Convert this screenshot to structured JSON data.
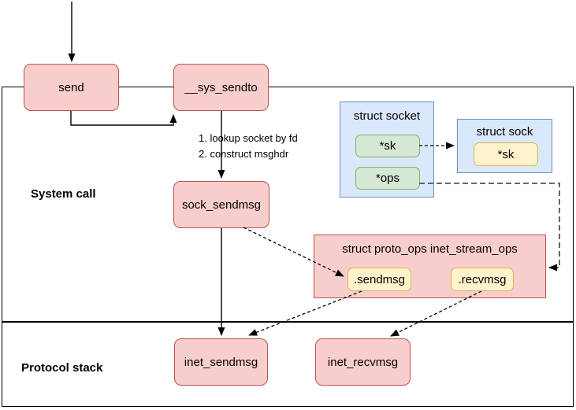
{
  "regions": {
    "system_call": {
      "label": "System call"
    },
    "protocol_stack": {
      "label": "Protocol stack"
    }
  },
  "nodes": {
    "send": {
      "label": "send"
    },
    "sys_sendto": {
      "label": "__sys_sendto"
    },
    "sock_sendmsg": {
      "label": "sock_sendmsg"
    },
    "inet_sendmsg": {
      "label": "inet_sendmsg"
    },
    "inet_recvmsg": {
      "label": "inet_recvmsg"
    }
  },
  "structs": {
    "socket": {
      "title": "struct socket",
      "fields": {
        "sk": "*sk",
        "ops": "*ops"
      }
    },
    "sock": {
      "title": "struct sock",
      "fields": {
        "sk": "*sk"
      }
    },
    "proto_ops": {
      "title": "struct proto_ops inet_stream_ops",
      "fields": {
        "sendmsg": ".sendmsg",
        "recvmsg": ".recvmsg"
      }
    }
  },
  "annotations": {
    "sendto_steps": {
      "step1": "1. lookup socket by fd",
      "step2": "2. construct msghdr"
    }
  },
  "colors": {
    "function_fill": "#f8cecc",
    "function_stroke": "#b85450",
    "struct_fill": "#dae8fc",
    "struct_stroke": "#6c8ebf",
    "pointer_green_fill": "#d5e8d4",
    "pointer_green_stroke": "#82b366",
    "pointer_yellow_fill": "#fff2cc",
    "pointer_yellow_stroke": "#d6b656",
    "line_color": "#000000",
    "ops_line_color": "#666666"
  }
}
